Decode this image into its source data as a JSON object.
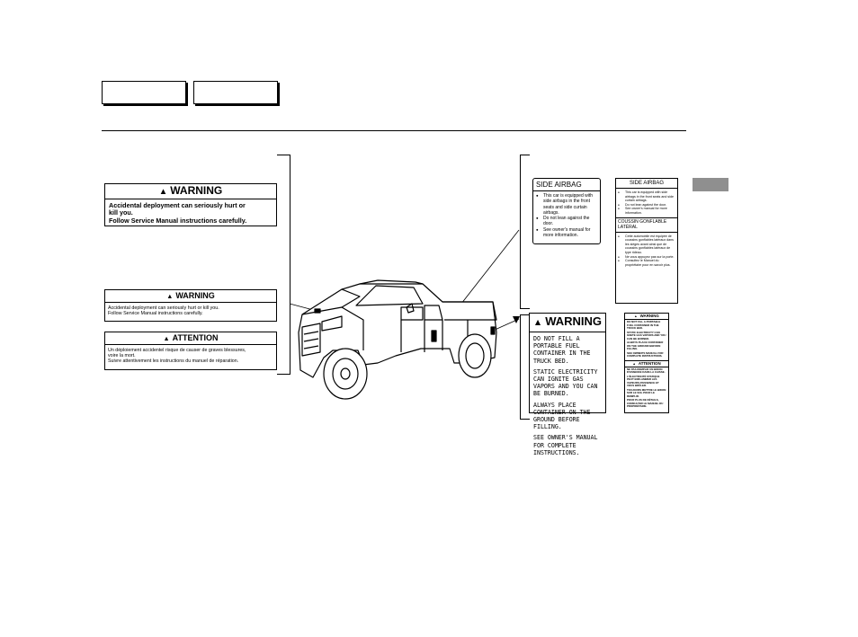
{
  "header": {
    "box1": "",
    "box2": ""
  },
  "labels": {
    "warning_large": {
      "title": "WARNING",
      "line1": "Accidental deployment can seriously hurt or",
      "line2": "kill you.",
      "line3": "Follow Service Manual instructions carefully."
    },
    "warning_small": {
      "title": "WARNING",
      "line1": "Accidental deployment can seriously hurt or kill you.",
      "line2": "Follow Service Manual instructions carefully."
    },
    "attention_fr": {
      "title": "ATTENTION",
      "line1": "Un déploiement accidentel risque de causer de graves blessures,",
      "line2": "voire la mort.",
      "line3": "Suivre attentivement les instructions du manuel de réparation."
    },
    "side_airbag_en": {
      "title": "SIDE AIRBAG",
      "items": [
        "This car is equipped with side airbags in the front seats and side curtain airbags.",
        "Do not lean against the door.",
        "See owner's manual for more information."
      ]
    },
    "side_airbag_bilingual": {
      "title": "SIDE AIRBAG",
      "items": [
        "This car is equipped with side airbags in the front seats and side curtain airbags.",
        "Do not lean against the door.",
        "See owner's manual for more information."
      ],
      "title_fr": "COUSSIN GONFLABLE LATÉRAL",
      "items_fr": [
        "Cette automobile est équipée de coussins gonflables latéraux dans les sièges avant ainsi que de coussins gonflables latéraux de type rideau.",
        "Ne vous appuyez pas sur la porte.",
        "Consultez le Manuel du propriétaire pour en savoir plus."
      ]
    },
    "fuel_warning": {
      "title": "WARNING",
      "p1": "DO NOT FILL A PORTABLE FUEL CONTAINER IN THE TRUCK BED.",
      "p2": "STATIC ELECTRICITY CAN IGNITE GAS VAPORS AND YOU CAN BE BURNED.",
      "p3": "ALWAYS PLACE CONTAINER ON THE GROUND BEFORE FILLING.",
      "p4": "SEE OWNER'S MANUAL FOR COMPLETE INSTRUCTIONS."
    },
    "fuel_bilingual": {
      "title": "WARNING",
      "p1": "DO NOT FILL A PORTABLE FUEL CONTAINER IN THE TRUCK BED.",
      "p2": "STATIC ELECTRICITY CAN IGNITE GAS VAPORS AND YOU CAN BE BURNED.",
      "p3": "ALWAYS PLACE CONTAINER ON THE GROUND BEFORE FILLING.",
      "p4": "SEE OWNER'S MANUAL FOR COMPLETE INSTRUCTIONS.",
      "title_fr": "ATTENTION",
      "p5": "NE PAS REMPLIR UN BIDON D'ESSENCE DANS LA CAISSE.",
      "p6": "L'ÉLECTRICITÉ STATIQUE PEUT ENFLAMMER LES VAPEURS D'ESSENCE ET VOUS BRÛLER.",
      "p7": "TOUJOURS METTRE LE BIDON SUR LE SOL POUR LE REMPLIR.",
      "p8": "POUR PLUS DE DÉTAILS, CONSULTER LE MANUEL DU PROPRIÉTAIRE."
    }
  }
}
